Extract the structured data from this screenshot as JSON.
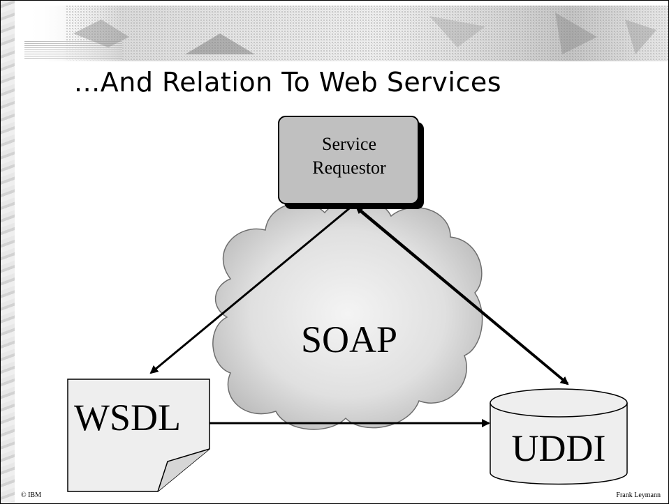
{
  "slide": {
    "title": "...And Relation To Web Services"
  },
  "nodes": {
    "service_requestor": "Service Requestor",
    "soap": "SOAP",
    "wsdl": "WSDL",
    "uddi": "UDDI"
  },
  "footer": {
    "left": "© IBM",
    "right": "Frank Leymann"
  },
  "colors": {
    "box_fill": "#c0c0c0",
    "cloud_fill": "#d8d8d8",
    "doc_fill": "#eeeeee",
    "line": "#000000"
  }
}
